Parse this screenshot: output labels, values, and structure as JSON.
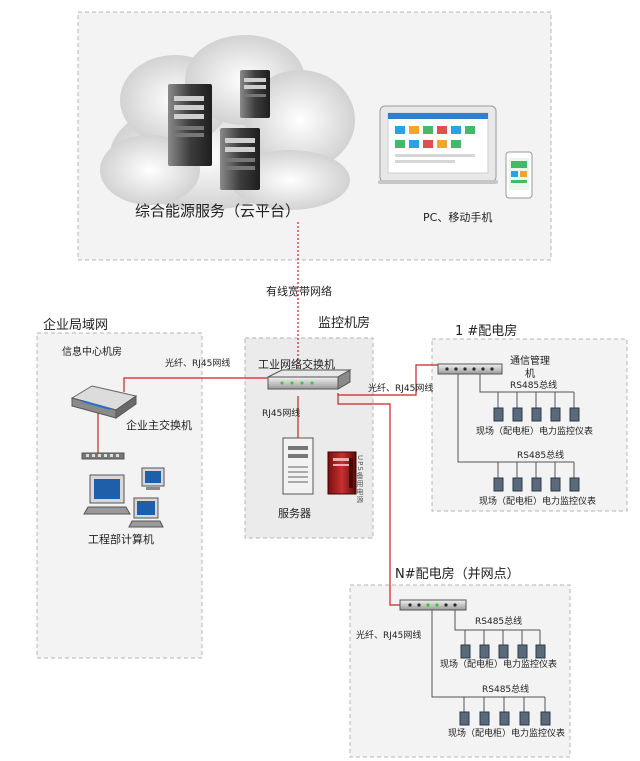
{
  "cloud_label": "综合能源服务（云平台）",
  "clients_label": "PC、移动手机",
  "wan_label": "有线宽带网络",
  "enterprise": {
    "title": "企业局域网",
    "info_center": "信息中心机房",
    "main_switch": "企业主交换机",
    "workstations": "工程部计算机",
    "link_label": "光纤、RJ45网线"
  },
  "monitor_room": {
    "title": "监控机房",
    "switch": "工业网络交换机",
    "rj45": "RJ45网线",
    "server": "服务器",
    "ups": "UPS备用电源"
  },
  "room_1": {
    "title": "1 #配电房",
    "link_label": "光纤、RJ45网线",
    "gateway": "通信管理机",
    "bus_1": "RS485总线",
    "meters_1": "现场（配电柜）电力监控仪表",
    "bus_2": "RS485总线",
    "meters_2": "现场（配电柜）电力监控仪表"
  },
  "room_n": {
    "title": "N#配电房（并网点）",
    "link_label": "光纤、RJ45网线",
    "bus_1": "RS485总线",
    "meters_1": "现场（配电柜）电力监控仪表",
    "bus_2": "RS485总线",
    "meters_2": "现场（配电柜）电力监控仪表"
  },
  "colors": {
    "link_red": "#cc2222",
    "zone_fill": "#f2f2f2",
    "zone_border": "#b8b8b8"
  }
}
